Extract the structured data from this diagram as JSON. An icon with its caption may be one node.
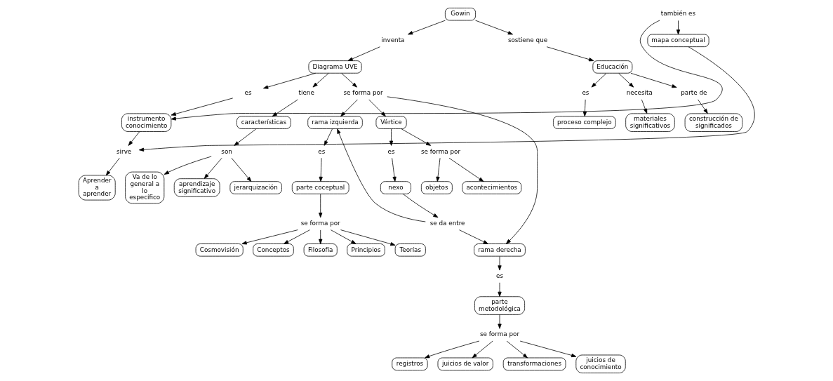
{
  "diagram": {
    "nodes": [
      {
        "text": [
          "Gowin"
        ]
      },
      {
        "text": [
          "inventa"
        ]
      },
      {
        "text": [
          "sostiene que"
        ]
      },
      {
        "text": [
          "Diagrama UVE"
        ]
      },
      {
        "text": [
          "Educación"
        ]
      },
      {
        "text": [
          "es"
        ]
      },
      {
        "text": [
          "tiene"
        ]
      },
      {
        "text": [
          "se forma por"
        ]
      },
      {
        "text": [
          "es"
        ]
      },
      {
        "text": [
          "necesita"
        ]
      },
      {
        "text": [
          "parte de"
        ]
      },
      {
        "text": [
          "instrumento conocimiento"
        ]
      },
      {
        "text": [
          "características"
        ]
      },
      {
        "text": [
          "rama izquierda"
        ]
      },
      {
        "text": [
          "Vértice"
        ]
      },
      {
        "text": [
          "rama derecha"
        ]
      },
      {
        "text": [
          "sirve"
        ]
      },
      {
        "text": [
          "también es"
        ]
      },
      {
        "text": [
          "son"
        ]
      },
      {
        "text": [
          "es"
        ]
      },
      {
        "text": [
          "es"
        ]
      },
      {
        "text": [
          "se forma por"
        ]
      },
      {
        "text": [
          "es"
        ]
      },
      {
        "text": [
          "proceso complejo"
        ]
      },
      {
        "text": [
          "materiales significativos"
        ]
      },
      {
        "text": [
          "construcción de significados"
        ]
      },
      {
        "text": [
          "Aprender a aprender"
        ]
      },
      {
        "text": [
          "mapa conceptual"
        ]
      },
      {
        "text": [
          "Va de lo general a lo específico"
        ]
      },
      {
        "text": [
          "aprendizaje significativo"
        ]
      },
      {
        "text": [
          "jerarquización"
        ]
      },
      {
        "text": [
          "parte coceptual"
        ]
      },
      {
        "text": [
          "nexo"
        ]
      },
      {
        "text": [
          "objetos"
        ]
      },
      {
        "text": [
          "acontecimientos"
        ]
      },
      {
        "text": [
          "parte metodológica"
        ]
      },
      {
        "text": [
          "se da entre"
        ]
      },
      {
        "text": [
          "se forma por"
        ]
      },
      {
        "text": [
          "se forma por"
        ]
      },
      {
        "text": [
          "Cosmovisión"
        ]
      },
      {
        "text": [
          "Conceptos"
        ]
      },
      {
        "text": [
          "registros"
        ]
      },
      {
        "text": [
          "juicios de valor"
        ]
      },
      {
        "text": [
          "Filosofía"
        ]
      },
      {
        "text": [
          "Principios"
        ]
      },
      {
        "text": [
          "transformaciones"
        ]
      },
      {
        "text": [
          "juicios de conocimiento"
        ]
      },
      {
        "text": [
          "Teorías"
        ]
      }
    ],
    "edges": [
      {
        "from": 0,
        "to": 1,
        "arrow": "to"
      },
      {
        "from": 0,
        "to": 2,
        "arrow": "to"
      },
      {
        "from": 1,
        "to": 3,
        "arrow": "to"
      },
      {
        "from": 2,
        "to": 4,
        "arrow": "to"
      },
      {
        "from": 3,
        "to": 5,
        "arrow": "to"
      },
      {
        "from": 3,
        "to": 6,
        "arrow": "to"
      },
      {
        "from": 3,
        "to": 7,
        "arrow": "to"
      },
      {
        "from": 4,
        "to": 8,
        "arrow": "to"
      },
      {
        "from": 4,
        "to": 9,
        "arrow": "to"
      },
      {
        "from": 4,
        "to": 10,
        "arrow": "to"
      },
      {
        "from": 5,
        "to": 11,
        "arrow": "to"
      },
      {
        "from": 6,
        "to": 12,
        "arrow": "to"
      },
      {
        "from": 7,
        "to": 13,
        "arrow": "to"
      },
      {
        "from": 7,
        "to": 14,
        "arrow": "to"
      },
      {
        "from": 7,
        "to": 15,
        "arrow": "to"
      },
      {
        "from": 8,
        "to": 23,
        "arrow": "to"
      },
      {
        "from": 9,
        "to": 24,
        "arrow": "to"
      },
      {
        "from": 10,
        "to": 25,
        "arrow": "to"
      },
      {
        "from": 11,
        "to": 16,
        "arrow": "to"
      },
      {
        "from": 17,
        "to": 11,
        "arrow": "to"
      },
      {
        "from": 16,
        "to": 26,
        "arrow": "to"
      },
      {
        "from": 27,
        "to": 16,
        "arrow": "to"
      },
      {
        "from": 17,
        "to": 27,
        "arrow": "to"
      },
      {
        "from": 12,
        "to": 18,
        "arrow": "to"
      },
      {
        "from": 18,
        "to": 28,
        "arrow": "to"
      },
      {
        "from": 18,
        "to": 29,
        "arrow": "to"
      },
      {
        "from": 18,
        "to": 30,
        "arrow": "to"
      },
      {
        "from": 13,
        "to": 19,
        "arrow": "to"
      },
      {
        "from": 19,
        "to": 31,
        "arrow": "to"
      },
      {
        "from": 14,
        "to": 20,
        "arrow": "to"
      },
      {
        "from": 14,
        "to": 21,
        "arrow": "to"
      },
      {
        "from": 20,
        "to": 32,
        "arrow": "to"
      },
      {
        "from": 21,
        "to": 33,
        "arrow": "to"
      },
      {
        "from": 21,
        "to": 34,
        "arrow": "to"
      },
      {
        "from": 15,
        "to": 22,
        "arrow": "to"
      },
      {
        "from": 22,
        "to": 35,
        "arrow": "to"
      },
      {
        "from": 32,
        "to": 36,
        "arrow": "to"
      },
      {
        "from": 36,
        "to": 13,
        "arrow": "to"
      },
      {
        "from": 36,
        "to": 15,
        "arrow": "to"
      },
      {
        "from": 31,
        "to": 37,
        "arrow": "to"
      },
      {
        "from": 37,
        "to": 39,
        "arrow": "to"
      },
      {
        "from": 37,
        "to": 40,
        "arrow": "to"
      },
      {
        "from": 37,
        "to": 43,
        "arrow": "to"
      },
      {
        "from": 37,
        "to": 47,
        "arrow": "to"
      },
      {
        "from": 37,
        "to": 44,
        "arrow": "to"
      },
      {
        "from": 35,
        "to": 38,
        "arrow": "to"
      },
      {
        "from": 38,
        "to": 41,
        "arrow": "to"
      },
      {
        "from": 38,
        "to": 42,
        "arrow": "to"
      },
      {
        "from": 38,
        "to": 45,
        "arrow": "to"
      },
      {
        "from": 38,
        "to": 46,
        "arrow": "to"
      }
    ]
  }
}
